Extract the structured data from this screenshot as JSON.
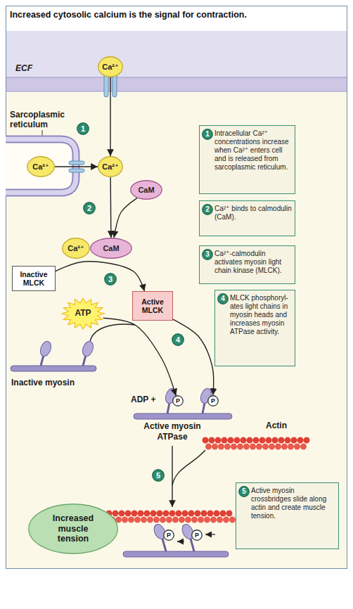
{
  "diagram": {
    "title": "Increased cytosolic calcium is the signal for contraction.",
    "nodes": [
      {
        "text": [
          "Ca²⁺"
        ]
      },
      {
        "text": [
          "Sarcoplasmic reticulum"
        ]
      },
      {
        "text": [
          "Ca²⁺"
        ],
        "in": 1
      },
      {
        "text": [
          "1"
        ]
      },
      {
        "text": [
          "Intracellular Ca²⁺ concentrations increase when Ca²⁺ enters cell and is released from sarcoplasmic reticulum."
        ]
      },
      {
        "text": [
          "1"
        ],
        "in": 4
      },
      {
        "text": [
          "Ca²⁺"
        ]
      },
      {
        "text": [
          "CaM"
        ]
      },
      {
        "text": [
          "2"
        ]
      },
      {
        "text": [
          "Ca²⁺ binds to calmodulin (CaM)."
        ]
      },
      {
        "text": [
          "2"
        ],
        "in": 9
      },
      {
        "text": [
          "Ca²⁺"
        ]
      },
      {
        "text": [
          "CaM"
        ]
      },
      {
        "text": [
          "Inactive MLCK"
        ]
      },
      {
        "text": [
          "3"
        ]
      },
      {
        "text": [
          "Ca²⁺-calmodulin activates myosin light chain kinase (MLCK)."
        ]
      },
      {
        "text": [
          "3"
        ],
        "in": 15
      },
      {
        "text": [
          "Active MLCK"
        ]
      },
      {
        "text": [
          "ATP"
        ]
      },
      {
        "text": [
          "MLCK phosphoryl- ates light chains in myosin heads and increases myosin ATPase activity."
        ]
      },
      {
        "text": [
          "4"
        ],
        "in": 19
      },
      {
        "text": [
          "4"
        ]
      },
      {
        "text": [
          "P"
        ]
      },
      {
        "text": [
          "P"
        ]
      },
      {
        "text": [
          "5"
        ]
      },
      {
        "text": [
          "Active myosin crossbridges slide along actin and create muscle tension."
        ]
      },
      {
        "text": [
          "5"
        ],
        "in": 25
      },
      {
        "text": [
          "Increased muscle tension"
        ]
      },
      {
        "text": [
          "P"
        ]
      },
      {
        "text": [
          "P"
        ]
      }
    ],
    "edges": [
      {
        "from": 0,
        "to": 6,
        "arrow": "to"
      },
      {
        "from": 2,
        "to": 6,
        "arrow": "to"
      },
      {
        "from": 6,
        "to": 12,
        "arrow": "to"
      },
      {
        "from": 7,
        "to": 12,
        "arrow": "to"
      },
      {
        "from": 13,
        "to": 17,
        "arrow": "to"
      },
      {
        "from": 18,
        "to": 22,
        "arrow": "to"
      },
      {
        "from": 17,
        "to": 23,
        "arrow": "to"
      }
    ],
    "labels": [
      "ECF",
      "Inactive myosin",
      "ADP +",
      "Active myosin ATPase",
      "Actin"
    ]
  }
}
